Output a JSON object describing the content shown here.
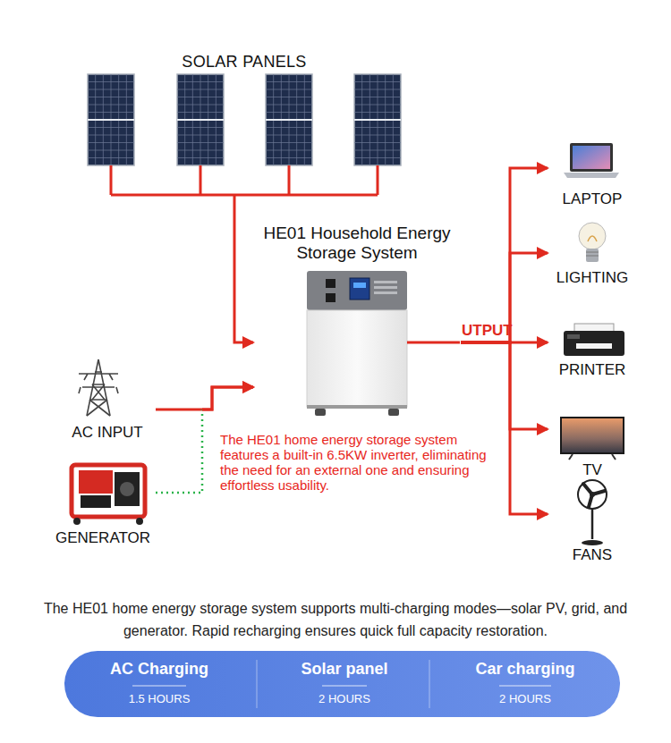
{
  "diagram": {
    "caption": "The HE01 home energy storage system supports multi-charging modes—solar PV, grid, and generator. Rapid recharging ensures quick full capacity restoration.",
    "nodes": [
      {
        "text": [
          "SOLAR PANELS"
        ]
      },
      {
        "text": [
          "HE01 Household Energy Storage System"
        ]
      },
      {
        "text": [
          "AC INPUT"
        ]
      },
      {
        "text": [
          "GENERATOR"
        ]
      },
      {
        "text": [
          "LAPTOP"
        ]
      },
      {
        "text": [
          "LIGHTING"
        ]
      },
      {
        "text": [
          "PRINTER"
        ]
      },
      {
        "text": [
          "TV"
        ]
      },
      {
        "text": [
          "FANS"
        ]
      },
      {
        "text": [
          "AC Charging",
          "1.5 HOURS"
        ]
      },
      {
        "text": [
          "Solar panel",
          "2 HOURS"
        ]
      },
      {
        "text": [
          "Car charging",
          "2 HOURS"
        ]
      }
    ],
    "edges": [
      {
        "from": 0,
        "to": 1,
        "arrow": "to"
      },
      {
        "from": 2,
        "to": 1,
        "arrow": "to"
      },
      {
        "from": 3,
        "to": 1,
        "arrow": "to"
      },
      {
        "from": 1,
        "to": 4,
        "arrow": "to"
      },
      {
        "from": 1,
        "to": 5,
        "arrow": "to"
      },
      {
        "from": 1,
        "to": 6,
        "arrow": "to"
      },
      {
        "from": 1,
        "to": 7,
        "arrow": "to"
      },
      {
        "from": 1,
        "to": 8,
        "arrow": "to"
      }
    ],
    "labels": [
      "UTPUT",
      "The HE01 home energy storage system features a built-in 6.5KW inverter, eliminating the need for an external one and ensuring effortless usability."
    ]
  }
}
